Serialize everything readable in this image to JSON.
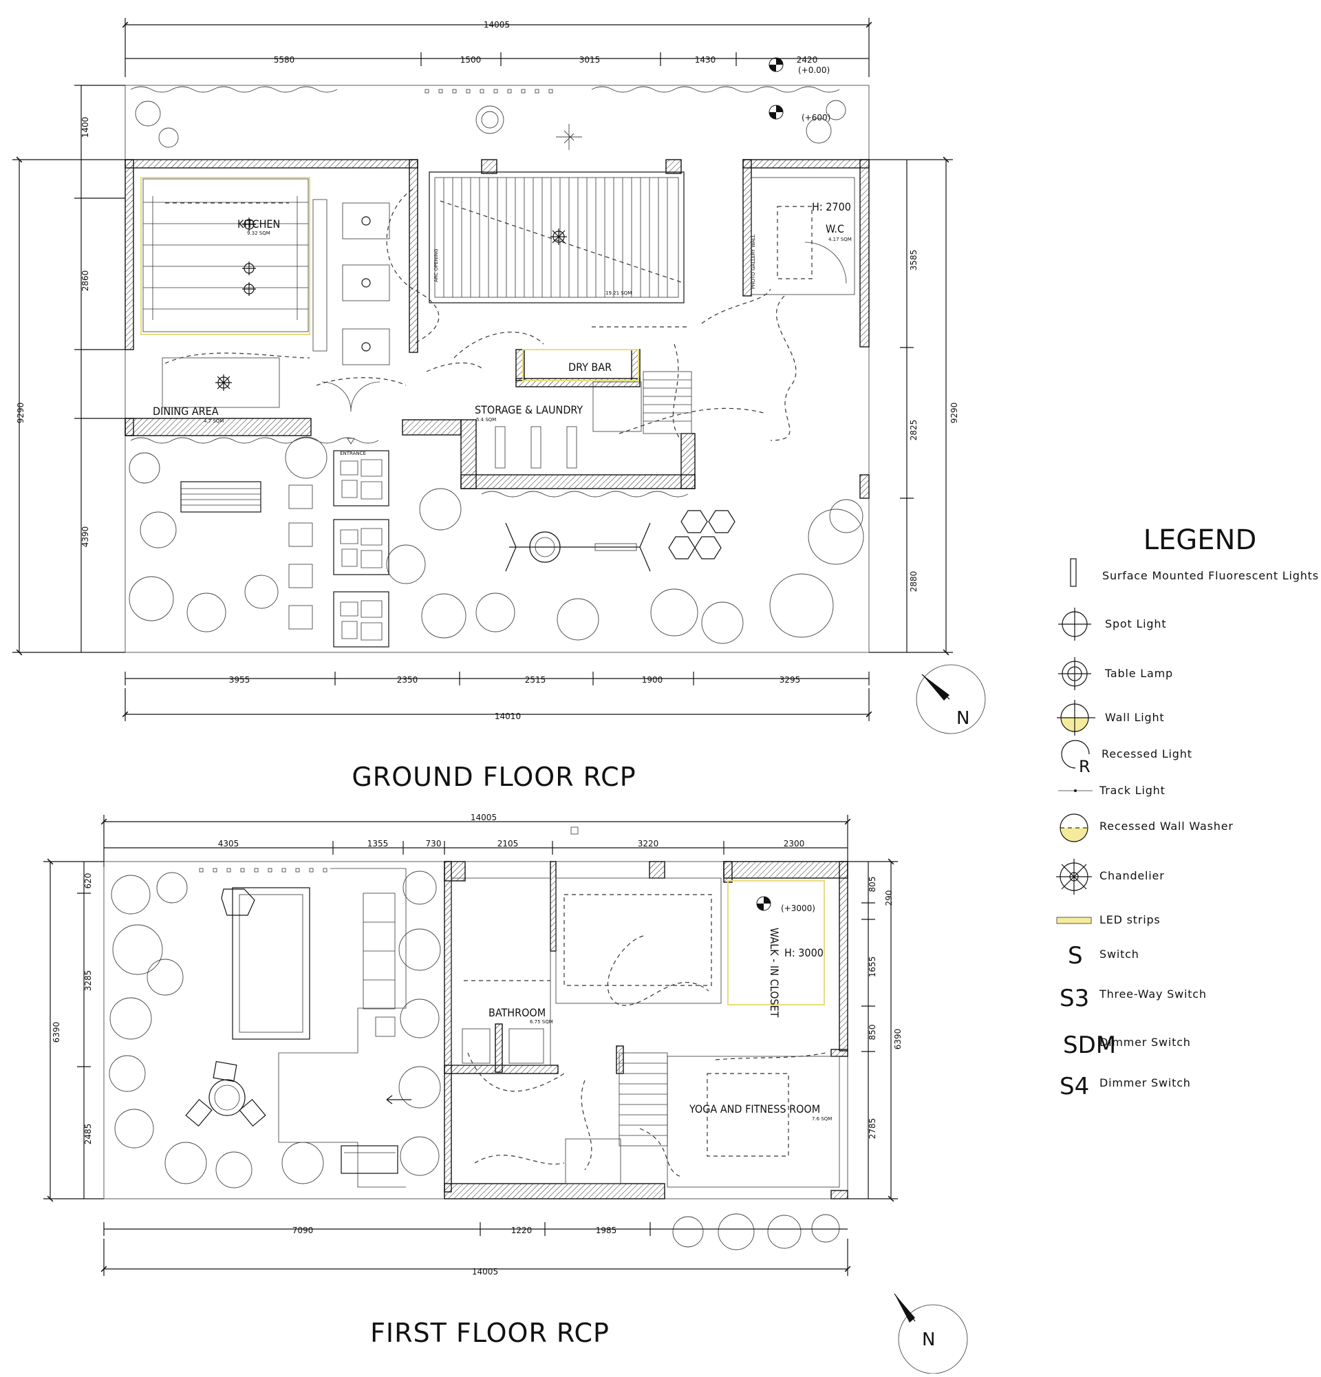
{
  "ground_floor": {
    "title": "GROUND FLOOR RCP",
    "dims_top_total": "14005",
    "dims_top": [
      "5580",
      "1500",
      "3015",
      "1430",
      "2420"
    ],
    "dims_bottom": [
      "3955",
      "2350",
      "2515",
      "1900",
      "3295"
    ],
    "dims_bottom_total": "14010",
    "dims_left_outer": "9290",
    "dims_left": [
      "1400",
      "2860",
      "4390"
    ],
    "dims_right_outer": "9290",
    "dims_right": [
      "3585",
      "2825",
      "2880"
    ],
    "levels": [
      "(+0.00)",
      "(+600)"
    ],
    "rooms": {
      "kitchen": "KITCHEN",
      "kitchen_area": "9.32 SQM",
      "wc": "W.C",
      "wc_area": "4.17 SQM",
      "wc_height": "H: 2700",
      "dining": "DINING AREA",
      "dining_area": "4.7 SQM",
      "dry_bar": "DRY BAR",
      "storage": "STORAGE & LAUNDRY",
      "storage_area": "5.4 SQM",
      "entrance": "ENTRANCE",
      "arc_opening": "ARC OPENING",
      "photo_wall": "PHOTO GALLERY WALL",
      "void_area": "19.21 SQM"
    },
    "compass": "N"
  },
  "first_floor": {
    "title": "FIRST FLOOR RCP",
    "dims_top_total": "14005",
    "dims_top": [
      "4305",
      "1355",
      "730",
      "2105",
      "3220",
      "2300"
    ],
    "dims_bottom": [
      "7090",
      "1220",
      "1985"
    ],
    "dims_bottom_total": "14005",
    "dims_left_outer": "6390",
    "dims_left": [
      "620",
      "3285",
      "2485"
    ],
    "dims_right_outer": "6390",
    "dims_right": [
      "805",
      "290",
      "1655",
      "850",
      "2785"
    ],
    "levels": [
      "(+3000)"
    ],
    "rooms": {
      "bathroom": "BATHROOM",
      "bathroom_area": "6.75 SQM",
      "walk_in": "WALK - IN CLOSET",
      "walk_in_height": "H: 3000",
      "yoga": "YOGA AND FITNESS ROOM",
      "yoga_area": "7.6 SQM"
    },
    "compass": "N"
  },
  "legend": {
    "title": "LEGEND",
    "items": [
      {
        "icon": "surface-fluorescent-icon",
        "label": "Surface Mounted Fluorescent Lights"
      },
      {
        "icon": "spot-light-icon",
        "label": "Spot Light"
      },
      {
        "icon": "table-lamp-icon",
        "label": "Table Lamp"
      },
      {
        "icon": "wall-light-icon",
        "label": "Wall Light"
      },
      {
        "icon": "recessed-light-icon",
        "label": "Recessed Light",
        "symbol": "R"
      },
      {
        "icon": "track-light-icon",
        "label": "Track Light"
      },
      {
        "icon": "recessed-wall-washer-icon",
        "label": "Recessed Wall Washer"
      },
      {
        "icon": "chandelier-icon",
        "label": "Chandelier"
      },
      {
        "icon": "led-strip-icon",
        "label": "LED strips"
      },
      {
        "symbol": "S",
        "label": "Switch"
      },
      {
        "symbol": "S3",
        "label": "Three-Way Switch"
      },
      {
        "symbol": "SDM",
        "label": "Dimmer Switch"
      },
      {
        "symbol": "S4",
        "label": "Dimmer Switch"
      }
    ],
    "led_color": "#f4ec9c",
    "wall_light_color": "#f4ec9c"
  }
}
